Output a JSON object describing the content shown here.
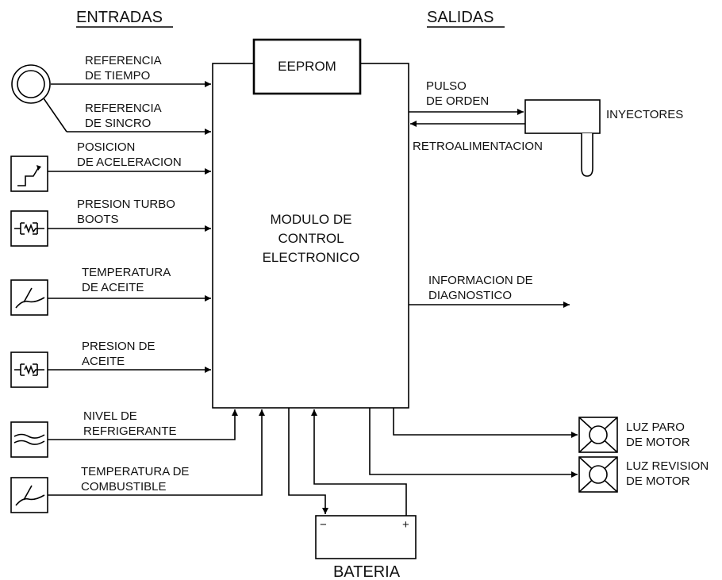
{
  "headers": {
    "inputs": "ENTRADAS",
    "outputs": "SALIDAS"
  },
  "ecm": {
    "eeprom": "EEPROM",
    "line1": "MODULO DE",
    "line2": "CONTROL",
    "line3": "ELECTRONICO"
  },
  "inputs": {
    "time_ref": {
      "line1": "REFERENCIA",
      "line2": "DE TIEMPO"
    },
    "sync_ref": {
      "line1": "REFERENCIA",
      "line2": "DE SINCRO"
    },
    "throttle": {
      "line1": "POSICION",
      "line2": "DE ACELERACION"
    },
    "boost": {
      "line1": "PRESION TURBO",
      "line2": "BOOTS"
    },
    "oil_temp": {
      "line1": "TEMPERATURA",
      "line2": "DE ACEITE"
    },
    "oil_press": {
      "line1": "PRESION DE",
      "line2": "ACEITE"
    },
    "coolant": {
      "line1": "NIVEL DE",
      "line2": "REFRIGERANTE"
    },
    "fuel_temp": {
      "line1": "TEMPERATURA DE",
      "line2": "COMBUSTIBLE"
    }
  },
  "outputs": {
    "pulse": {
      "line1": "PULSO",
      "line2": "DE ORDEN"
    },
    "feedback": "RETROALIMENTACION",
    "injectors": "INYECTORES",
    "diagnostics": {
      "line1": "INFORMACION DE",
      "line2": "DIAGNOSTICO"
    },
    "stop_lamp": {
      "line1": "LUZ PARO",
      "line2": "DE MOTOR"
    },
    "check_lamp": {
      "line1": "LUZ REVISION",
      "line2": "DE MOTOR"
    }
  },
  "battery": {
    "label": "BATERIA",
    "neg": "−",
    "pos": "+"
  }
}
